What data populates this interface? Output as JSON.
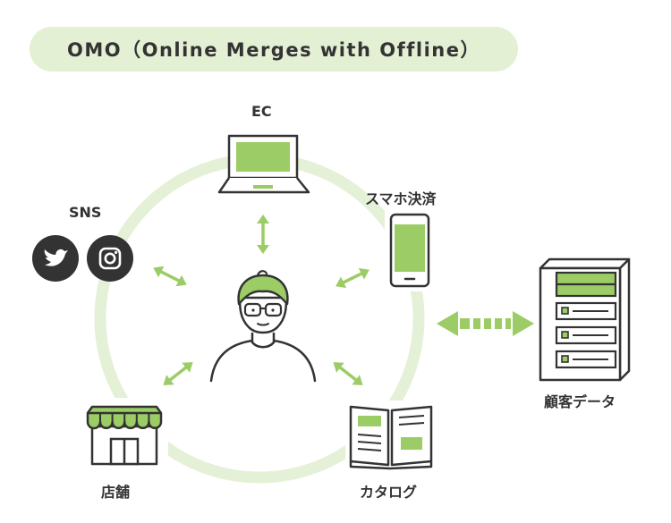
{
  "title": "OMO（Online Merges with Offline）",
  "nodes": {
    "ec": "EC",
    "smartphone_payment": "スマホ決済",
    "sns": "SNS",
    "store": "店舗",
    "catalog": "カタログ",
    "customer_data": "顧客データ"
  },
  "colors": {
    "accent": "#9bcc65",
    "accent_pale": "#e3f0d3",
    "ring": "#e4f1d6",
    "line": "#333333"
  },
  "icons": {
    "ec": "laptop-icon",
    "smartphone_payment": "smartphone-icon",
    "sns": [
      "twitter-icon",
      "instagram-icon"
    ],
    "store": "storefront-icon",
    "catalog": "open-catalog-icon",
    "customer_data": "server-icon",
    "center": "person-icon"
  }
}
